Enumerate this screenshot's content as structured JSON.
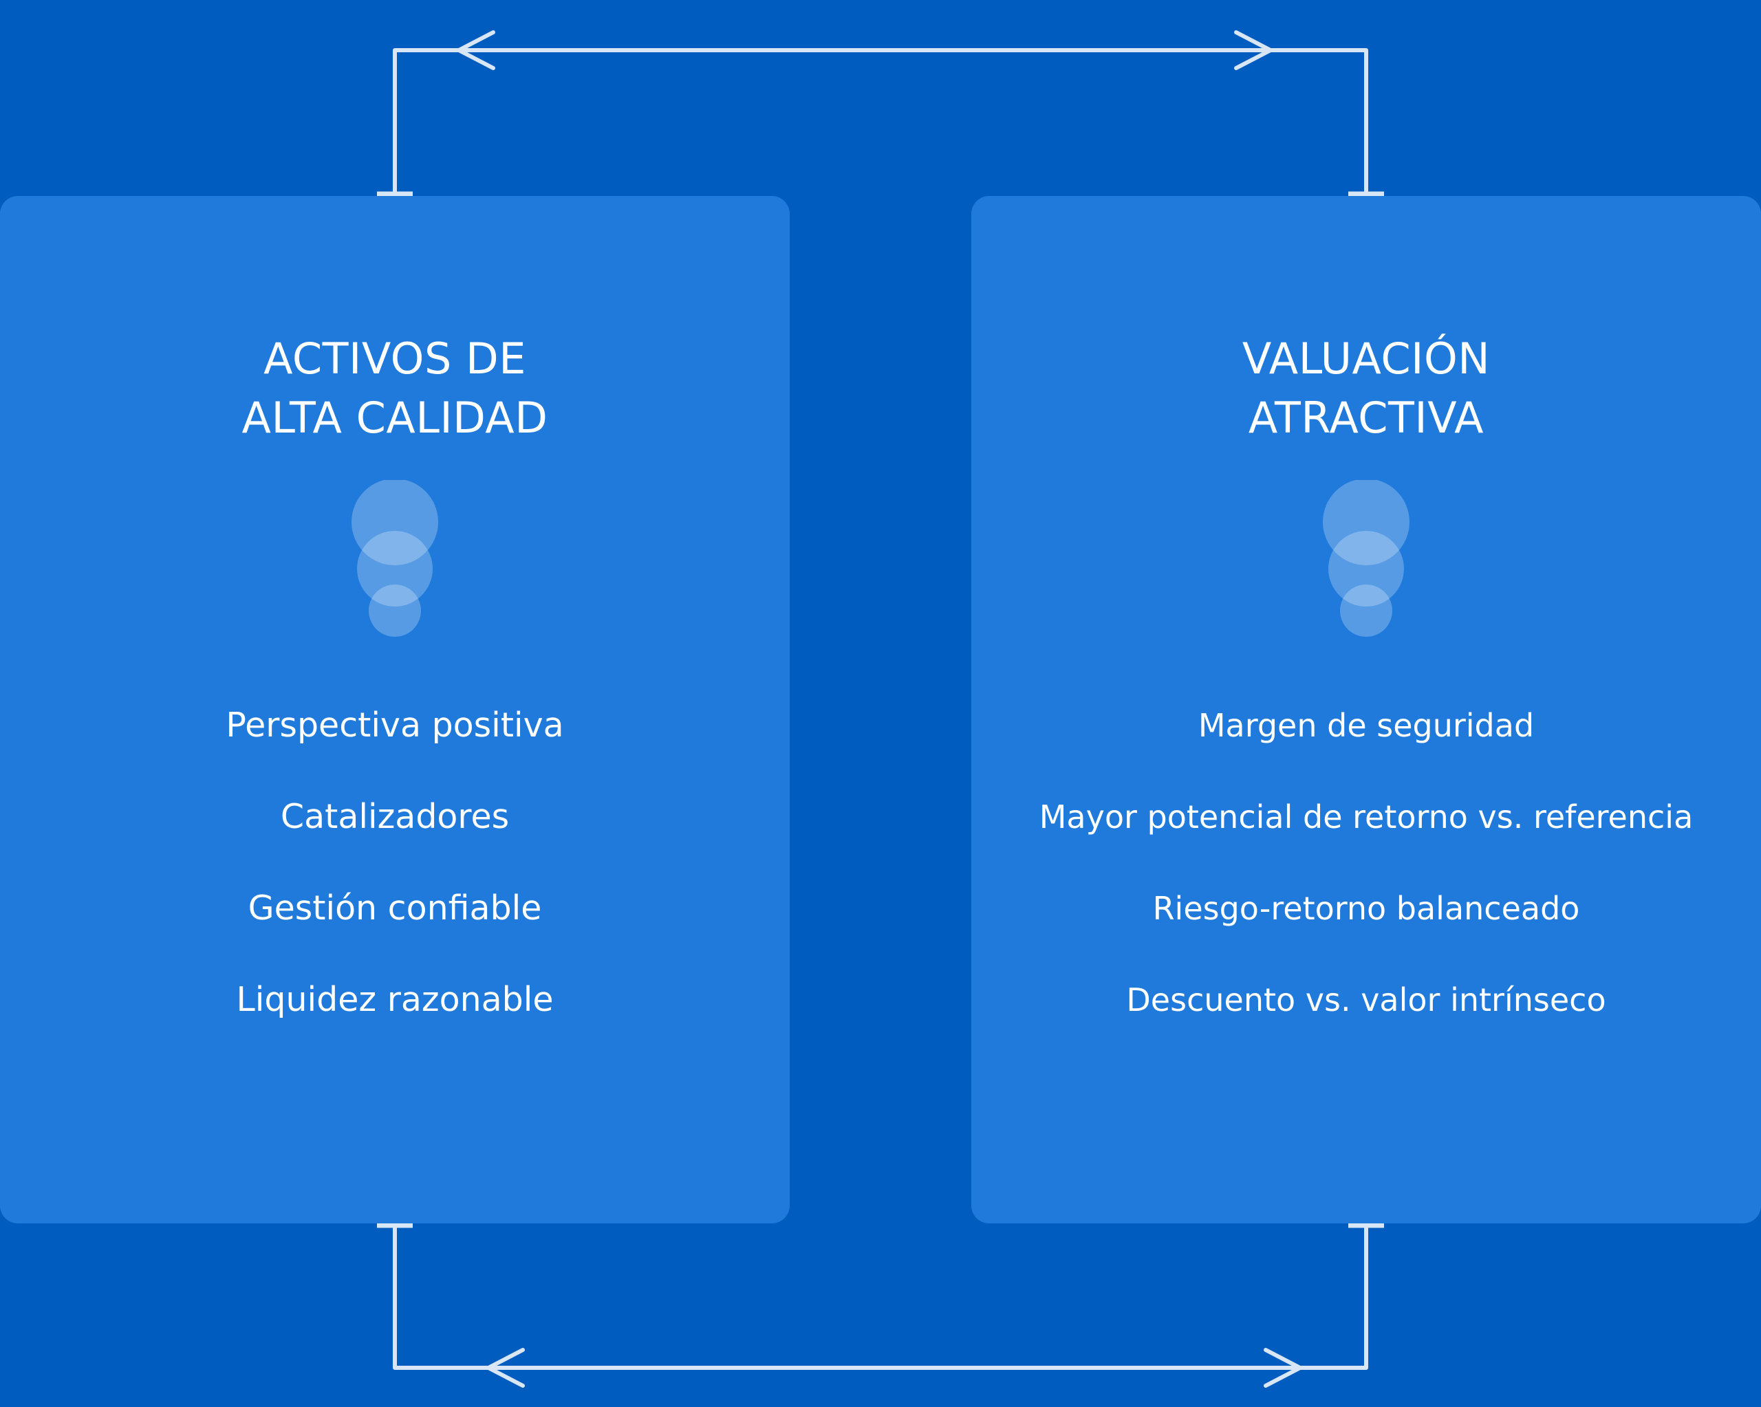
{
  "diagram": {
    "colors": {
      "background": "#005DBF",
      "card": "#1F7ADB",
      "connector": "#D9E6F5",
      "text": "#FFFFFF"
    },
    "cards": [
      {
        "title_lines": [
          "ACTIVOS DE",
          "ALTA CALIDAD"
        ],
        "icon": "stacked-circles-icon",
        "items": [
          "Perspectiva positiva",
          "Catalizadores",
          "Gestión confiable",
          "Liquidez razonable"
        ]
      },
      {
        "title_lines": [
          "VALUACIÓN",
          "ATRACTIVA"
        ],
        "icon": "stacked-circles-icon",
        "items": [
          "Margen de seguridad",
          "Mayor potencial de retorno vs. referencia",
          "Riesgo-retorno balanceado",
          "Descuento vs. valor intrínseco"
        ]
      }
    ],
    "connectors": [
      {
        "position": "top",
        "style": "double-headed-arrow"
      },
      {
        "position": "bottom",
        "style": "double-headed-arrow"
      }
    ]
  }
}
